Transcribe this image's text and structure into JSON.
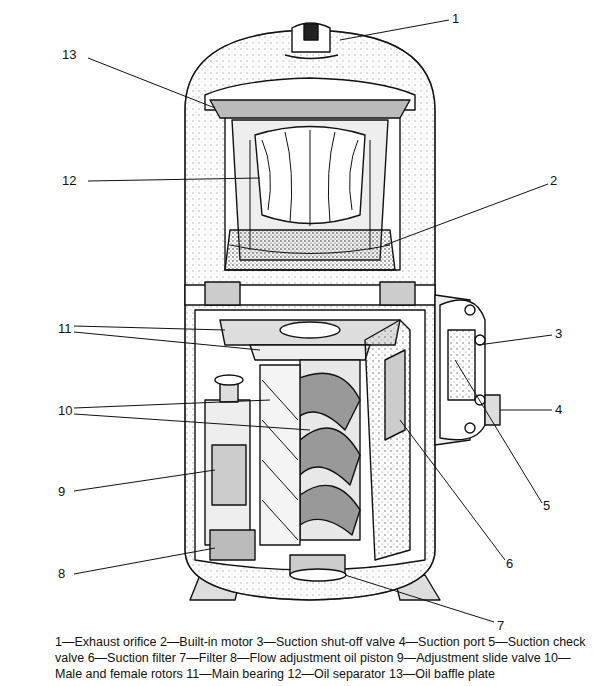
{
  "diagram": {
    "caption": "1—Exhaust orifice 2—Built-in motor 3—Suction shut-off valve 4—Suction port 5—Suction check valve 6—Suction filter 7—Filter 8—Flow adjustment oil piston 9—Adjustment slide valve 10—Male and female rotors 11—Main bearing 12—Oil separator 13—Oil baffle plate",
    "labels": [
      "1",
      "13",
      "12",
      "2",
      "3",
      "11",
      "10",
      "4",
      "9",
      "5",
      "6",
      "8",
      "7"
    ]
  }
}
